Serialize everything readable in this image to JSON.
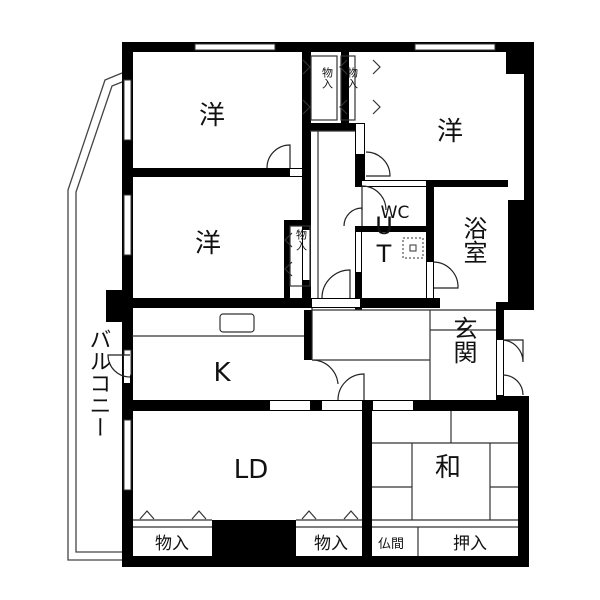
{
  "rooms": {
    "western_top_left": "洋",
    "western_top_right": "洋",
    "western_middle": "洋",
    "kitchen": "K",
    "living_dining": "LD",
    "japanese_room": "和",
    "bath": "浴室",
    "toilet": "WC",
    "utility": "UT",
    "entrance": "玄関",
    "balcony": "バルコニー"
  },
  "storage": {
    "closet_1": "物入",
    "closet_2": "物入",
    "closet_3": "物入",
    "closet_4": "物入",
    "closet_5": "物入",
    "butsuma": "仏間",
    "oshiire": "押入"
  },
  "colors": {
    "wall": "#000000",
    "line": "#333333",
    "background": "#ffffff"
  }
}
